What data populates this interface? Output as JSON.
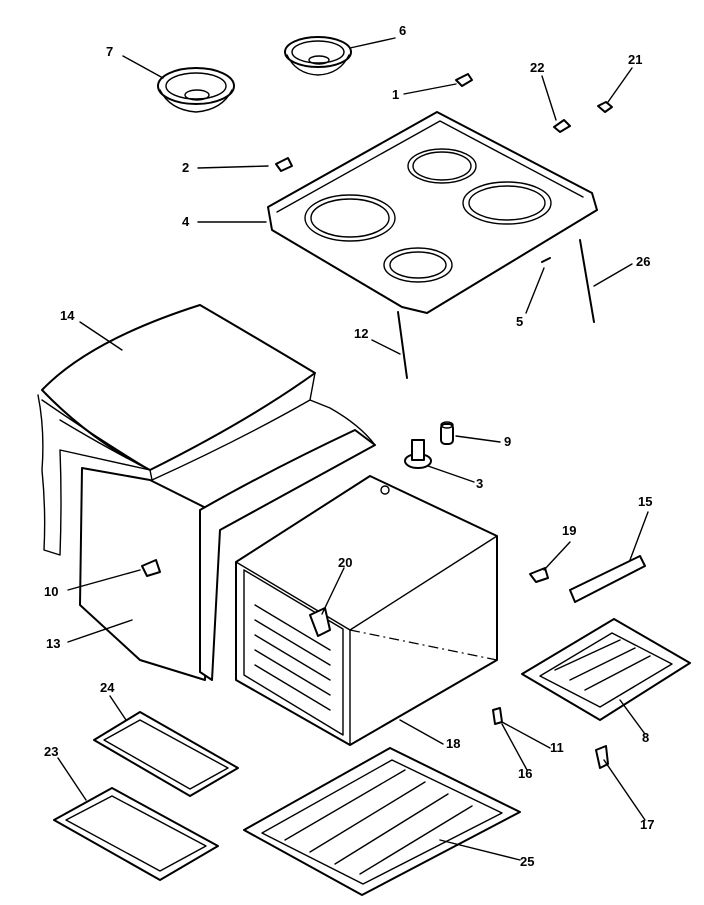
{
  "labels": {
    "p1": "1",
    "p2": "2",
    "p3": "3",
    "p4": "4",
    "p5": "5",
    "p6": "6",
    "p7": "7",
    "p8": "8",
    "p9": "9",
    "p10": "10",
    "p11": "11",
    "p12": "12",
    "p13": "13",
    "p14": "14",
    "p15": "15",
    "p16": "16",
    "p17": "17",
    "p18": "18",
    "p19": "19",
    "p20": "20",
    "p21": "21",
    "p22": "22",
    "p23": "23",
    "p24": "24",
    "p25": "25",
    "p26": "26"
  }
}
